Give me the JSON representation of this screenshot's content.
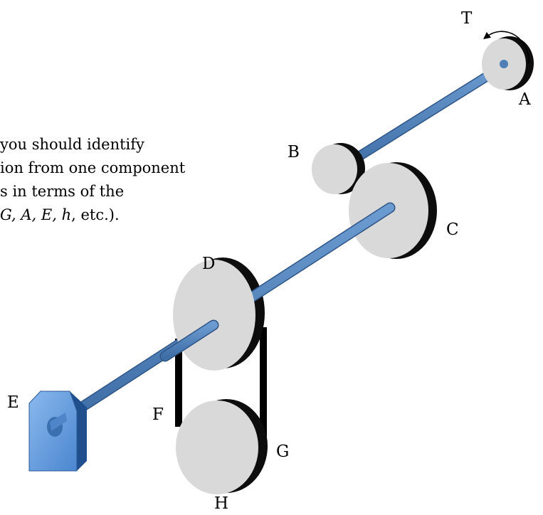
{
  "note": {
    "lines": [
      "you should identify",
      "ion from one component",
      "s in terms of the"
    ],
    "line4": {
      "pre": "",
      "vars": "G, A, E, h",
      "post": ", etc.)."
    }
  },
  "labels": {
    "T": "T",
    "A": "A",
    "B": "B",
    "C": "C",
    "D": "D",
    "E": "E",
    "F": "F",
    "G": "G",
    "H": "H"
  },
  "colors": {
    "shaft": "#4f7fb5",
    "shaft_edge": "#2f5587",
    "disk_face": "#d9d9d9",
    "disk_rim": "#0d0d0d",
    "belt": "#000000",
    "support": "#5d97db",
    "support_dark": "#1f4f8c"
  }
}
